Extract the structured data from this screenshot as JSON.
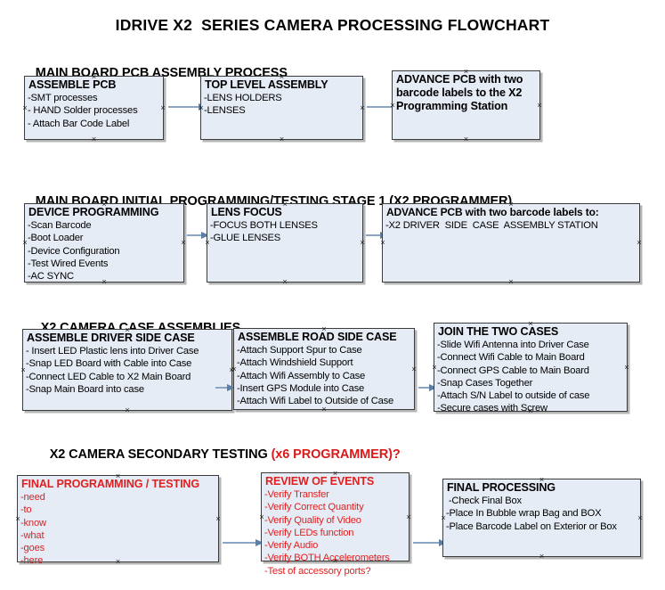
{
  "document": {
    "title": "IDRIVE X2  SERIES CAMERA PROCESSING FLOWCHART"
  },
  "sections": [
    {
      "id": "main-board-pcb-assembly-process",
      "title": "MAIN BOARD PCB ASSEMBLY PROCESS",
      "title_accent": ""
    },
    {
      "id": "main-board-initial-programming",
      "title": "MAIN BOARD INITIAL PROGRAMMING/TESTING STAGE 1 (X2 PROGRAMMER)",
      "title_accent": ""
    },
    {
      "id": "x2-camera-case-assemblies",
      "title": "X2 CAMERA CASE ASSEMBLIES",
      "title_accent": ""
    },
    {
      "id": "x2-camera-secondary-testing",
      "title": "X2 CAMERA SECONDARY TESTING ",
      "title_accent": "(x6 PROGRAMMER)?"
    }
  ],
  "nodes": {
    "assemble_pcb": {
      "title": "ASSEMBLE PCB",
      "items": [
        "-SMT processes",
        "- HAND Solder processes",
        "- Attach Bar Code Label"
      ]
    },
    "top_level_assembly": {
      "title": "TOP LEVEL ASSEMBLY",
      "items": [
        "-LENS HOLDERS",
        "-LENSES"
      ]
    },
    "advance_pcb_1": {
      "title": "ADVANCE PCB with two barcode labels to the  X2 Programming Station",
      "items": []
    },
    "device_programming": {
      "title": "DEVICE PROGRAMMING",
      "items": [
        "-Scan Barcode",
        "-Boot Loader",
        "-Device Configuration",
        "-Test Wired Events",
        "-AC SYNC"
      ]
    },
    "lens_focus": {
      "title": "LENS FOCUS",
      "items": [
        "-FOCUS BOTH LENSES",
        "-GLUE LENSES"
      ]
    },
    "advance_pcb_2": {
      "title": "ADVANCE PCB with two barcode labels to:",
      "items": [
        "-X2 DRIVER  SIDE  CASE  ASSEMBLY STATION"
      ]
    },
    "assemble_driver_side_case": {
      "title": "ASSEMBLE DRIVER SIDE CASE",
      "items": [
        "- Insert LED Plastic lens into Driver Case",
        "-Snap LED Board with Cable into Case",
        "-Connect LED Cable to X2 Main Board",
        "-Snap Main Board into case"
      ]
    },
    "assemble_road_side_case": {
      "title": "ASSEMBLE ROAD SIDE CASE",
      "items": [
        "-Attach Support Spur to Case",
        "-Attach Windshield Support",
        "-Attach Wifi Assembly to Case",
        "-Insert GPS Module into Case",
        "-Attach Wifi Label to Outside of Case"
      ]
    },
    "join_the_two_cases": {
      "title": "JOIN THE TWO CASES",
      "items": [
        "-Slide Wifi Antenna into Driver Case",
        "-Connect Wifi Cable to Main Board",
        "-Connect GPS Cable to Main Board",
        "-Snap Cases Together",
        "-Attach S/N Label to outside of case",
        "-Secure cases with Screw"
      ]
    },
    "final_programming_testing": {
      "title": "FINAL PROGRAMMING / TESTING",
      "items": [
        "-need",
        "-to",
        "-know",
        "-what",
        "-goes",
        "-here"
      ]
    },
    "review_of_events": {
      "title": "REVIEW OF EVENTS",
      "items": [
        "-Verify Transfer",
        "-Verify Correct Quantity",
        "-Verify Quality of Video",
        "-Verify LEDs function",
        "-Verify Audio",
        "-Verify BOTH Accelerometers",
        "-Test of accessory ports?"
      ]
    },
    "final_processing": {
      "title": "FINAL PROCESSING",
      "items": [
        " -Check Final Box",
        "-Place In Bubble wrap Bag and BOX",
        "-Place Barcode Label on Exterior or Box"
      ]
    }
  },
  "colors": {
    "box_fill": "#e6ecf5",
    "box_border": "#3b3b3b",
    "connector": "#8ba6c4",
    "accent_red": "#e02020"
  }
}
